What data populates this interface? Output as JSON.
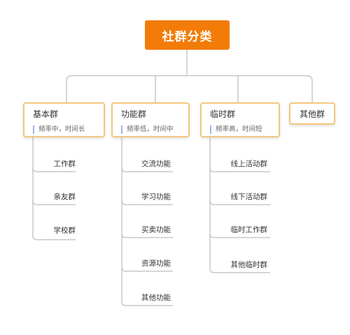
{
  "root": {
    "label": "社群分类"
  },
  "categories": [
    {
      "label": "基本群",
      "note": "频率中，时间长",
      "children": [
        "工作群",
        "亲友群",
        "学校群"
      ]
    },
    {
      "label": "功能群",
      "note": "频率低，时间中",
      "children": [
        "交流功能",
        "学习功能",
        "买卖功能",
        "资源功能",
        "其他功能"
      ]
    },
    {
      "label": "临时群",
      "note": "频率高，时间短",
      "children": [
        "线上活动群",
        "线下活动群",
        "临时工作群",
        "其他临时群"
      ]
    },
    {
      "label": "其他群"
    }
  ],
  "colors": {
    "root_fill": "#f27c07",
    "node_border": "#f3c77e",
    "connector": "#c8c8c8",
    "note_marker": "#9bb5e5"
  }
}
